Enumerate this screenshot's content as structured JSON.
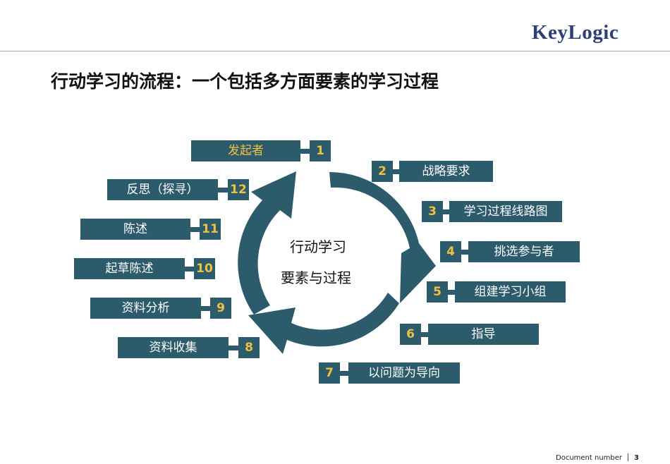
{
  "logo": "KeyLogic",
  "title": "行动学习的流程：一个包括多方面要素的学习过程",
  "center": {
    "line1": "行动学习",
    "line2": "要素与过程"
  },
  "steps": [
    {
      "num": "1",
      "label": "发起者"
    },
    {
      "num": "2",
      "label": "战略要求"
    },
    {
      "num": "3",
      "label": "学习过程线路图"
    },
    {
      "num": "4",
      "label": "挑选参与者"
    },
    {
      "num": "5",
      "label": "组建学习小组"
    },
    {
      "num": "6",
      "label": "指导"
    },
    {
      "num": "7",
      "label": "以问题为导向"
    },
    {
      "num": "8",
      "label": "资料收集"
    },
    {
      "num": "9",
      "label": "资料分析"
    },
    {
      "num": "10",
      "label": "起草陈述"
    },
    {
      "num": "11",
      "label": "陈述"
    },
    {
      "num": "12",
      "label": "反思（探寻）"
    }
  ],
  "footer": {
    "doc": "Document number",
    "page": "3"
  },
  "colors": {
    "box": "#2c5b6c",
    "number": "#f0c040",
    "logo": "#2d3f7a"
  }
}
